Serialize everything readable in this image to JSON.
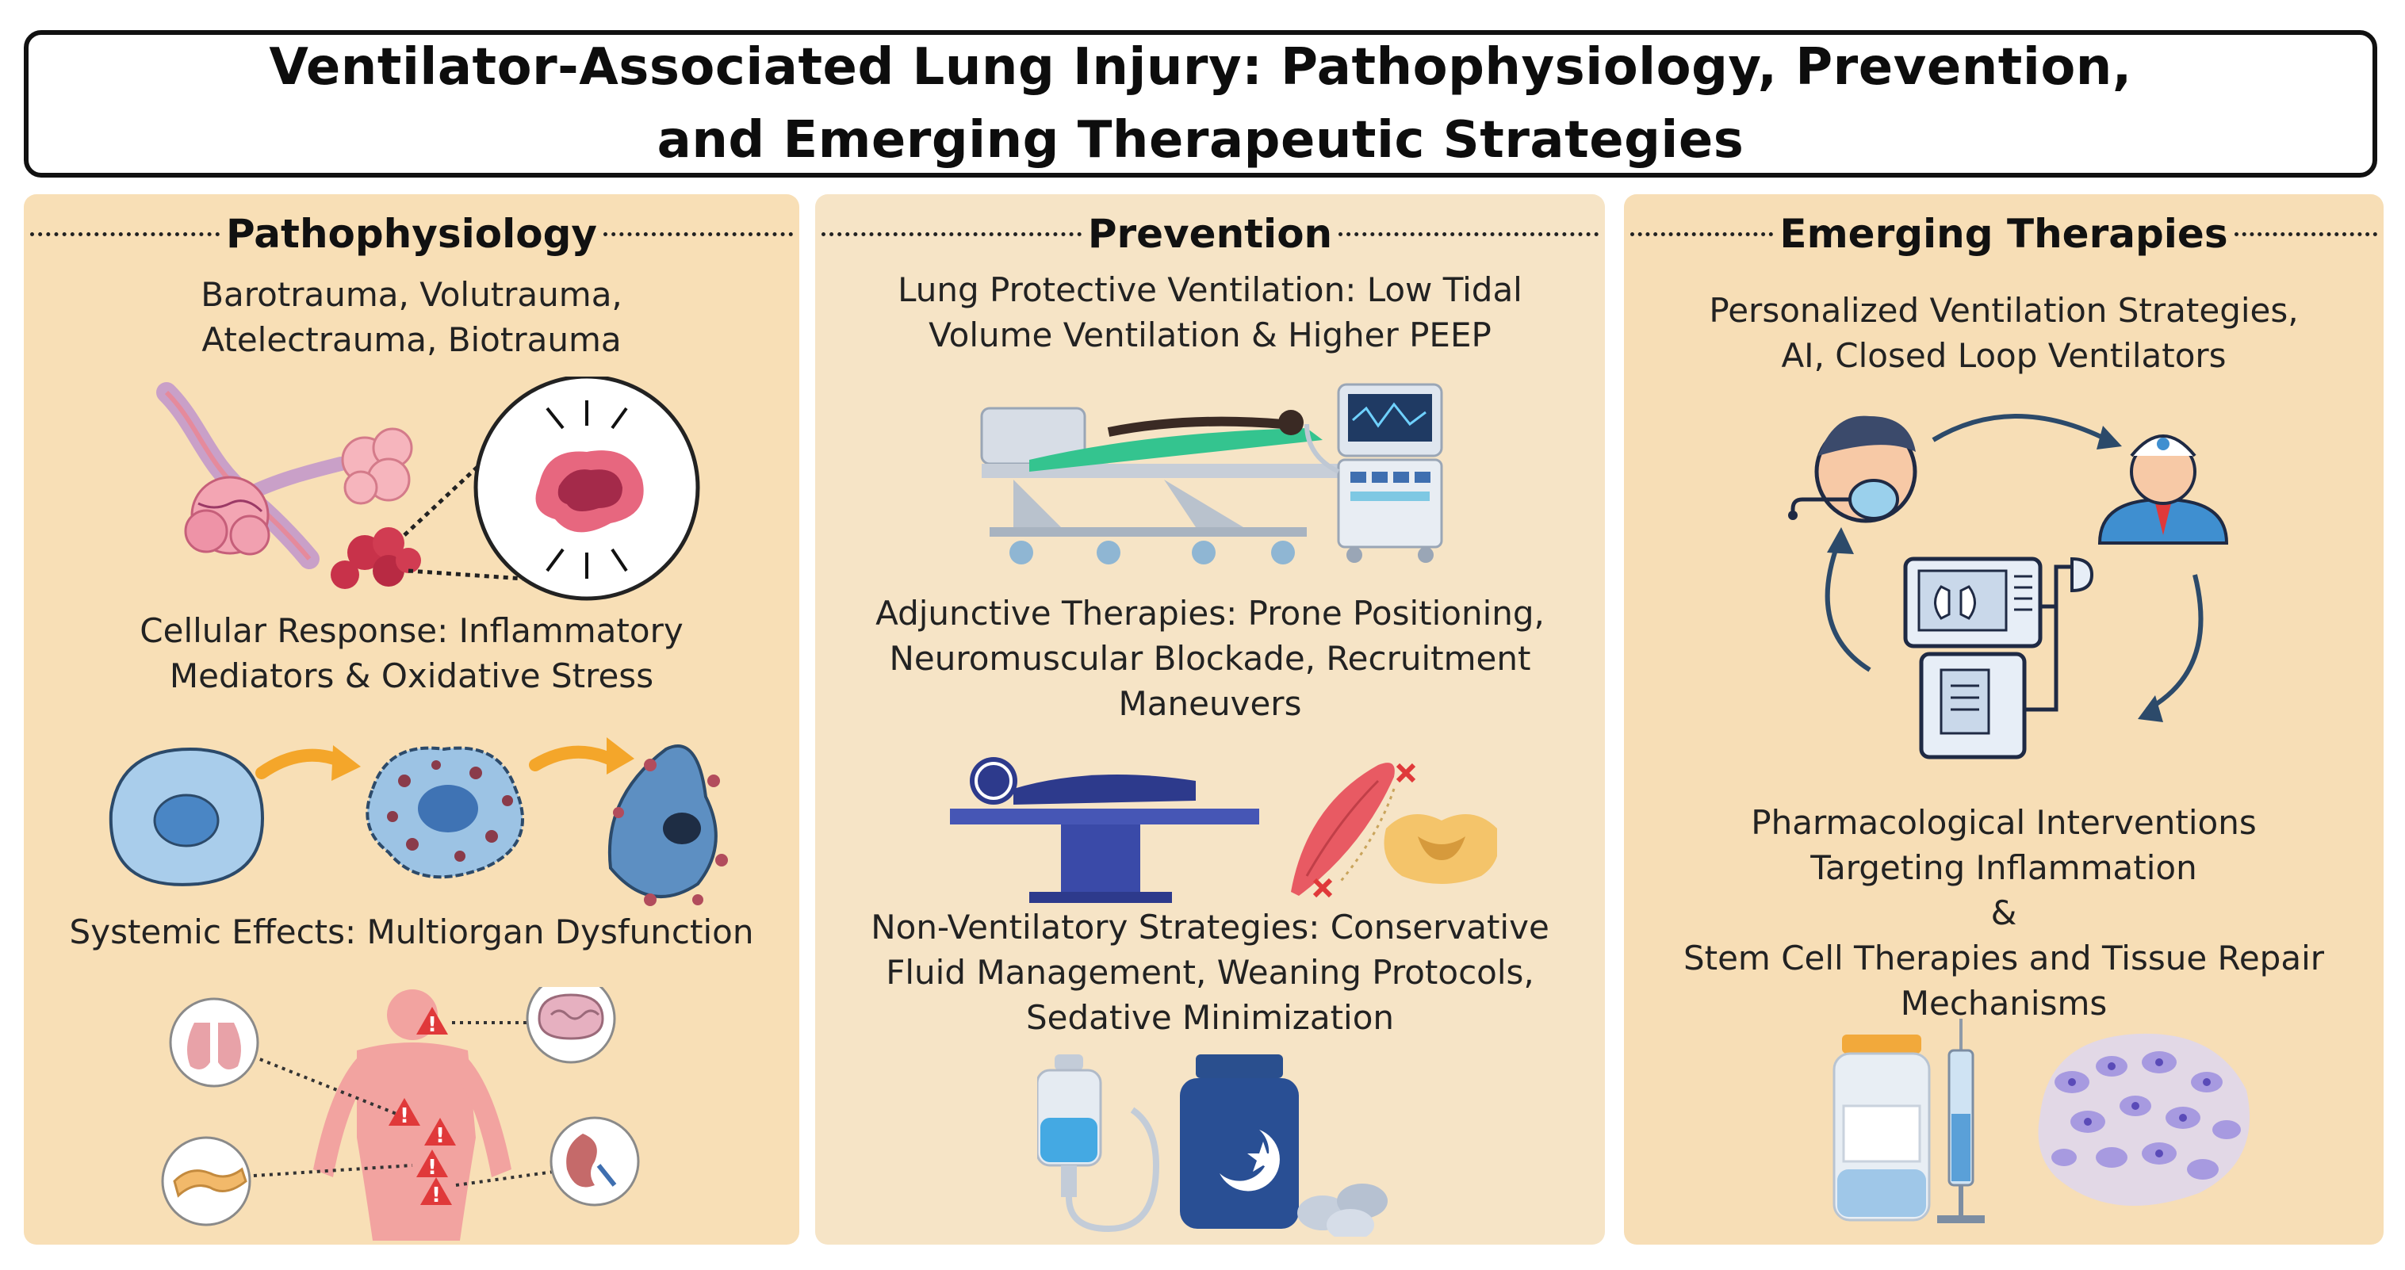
{
  "title": {
    "line1": "Ventilator-Associated Lung Injury: Pathophysiology, Prevention,",
    "line2": "and Emerging Therapeutic Strategies"
  },
  "pathophysiology": {
    "heading": "Pathophysiology",
    "item1": [
      "Barotrauma, Volutrauma,",
      "Atelectrauma, Biotrauma"
    ],
    "item2": [
      "Cellular Response: Inflammatory",
      "Mediators & Oxidative Stress"
    ],
    "item3": [
      "Systemic Effects: Multiorgan Dysfunction"
    ]
  },
  "prevention": {
    "heading": "Prevention",
    "item1": [
      "Lung Protective Ventilation: Low Tidal",
      "Volume Ventilation & Higher PEEP"
    ],
    "item2": [
      "Adjunctive Therapies: Prone Positioning,",
      "Neuromuscular Blockade, Recruitment",
      "Maneuvers"
    ],
    "item3": [
      "Non-Ventilatory Strategies: Conservative",
      "Fluid Management, Weaning Protocols,",
      "Sedative Minimization"
    ]
  },
  "therapies": {
    "heading": "Emerging Therapies",
    "item1": [
      "Personalized Ventilation Strategies,",
      "AI, Closed Loop Ventilators"
    ],
    "item2": [
      "Pharmacological Interventions",
      "Targeting Inflammation",
      "&",
      "Stem Cell Therapies and Tissue Repair",
      "Mechanisms"
    ]
  },
  "colors": {
    "panel_bg": "#f8dfb6",
    "accent_red": "#d9433f",
    "accent_blue": "#3f6fb0",
    "arrow_orange": "#f4a62a"
  }
}
